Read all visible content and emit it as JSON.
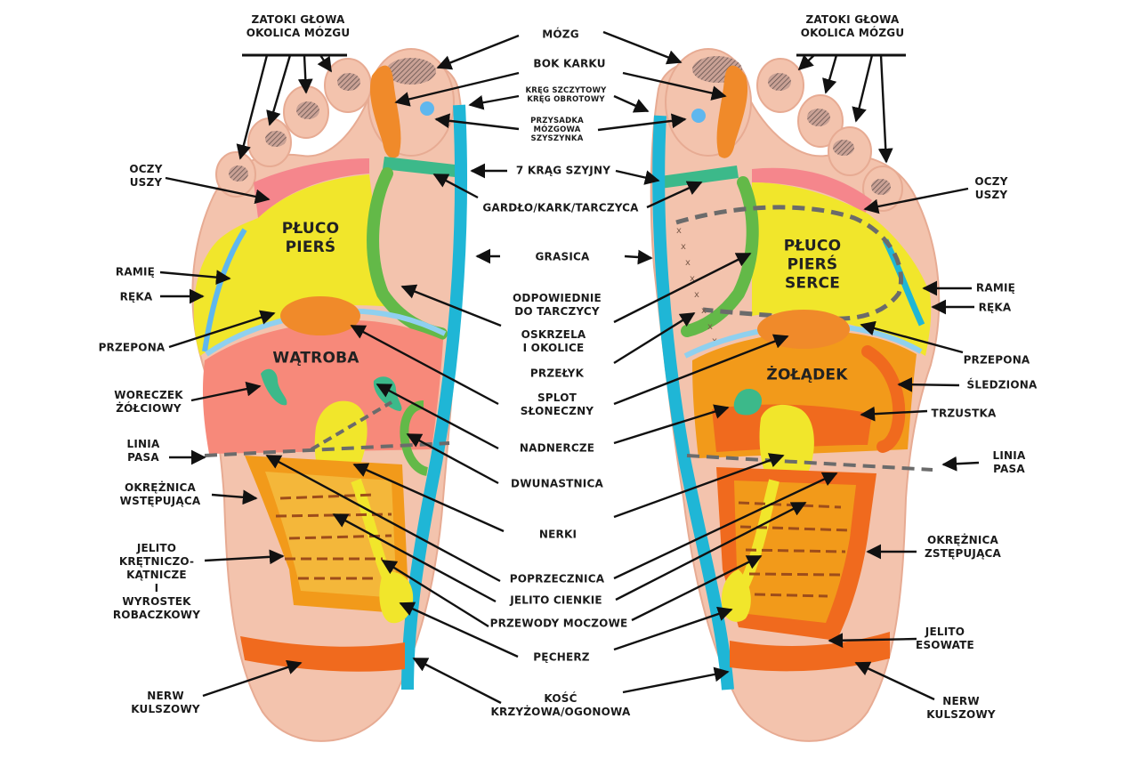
{
  "labels": {
    "zatoki_left": "ZATOKI GŁOWA\nOKOLICA MÓZGU",
    "zatoki_right": "ZATOKI GŁOWA\nOKOLICA MÓZGU",
    "mozg": "MÓZG",
    "bok_karku": "BOK KARKU",
    "kreg": "KRĘG SZCZYTOWY\nKRĘG OBROTOWY",
    "przysadka": "PRZYSADKA\nMÓZGOWA\nSZYSZYNKA",
    "krag7": "7 KRĄG SZYJNY",
    "gardlo": "GARDŁO/KARK/TARCZYCA",
    "grasica": "GRASICA",
    "odpowiednie": "ODPOWIEDNIE\nDO TARCZYCY",
    "oskrzela": "OSKRZELA\nI OKOLICE",
    "przelyk": "PRZEŁYK",
    "splot": "SPLOT\nSŁONECZNY",
    "nadnercze": "NADNERCZE",
    "dwunastnica": "DWUNASTNICA",
    "nerki": "NERKI",
    "poprzecznica": "POPRZECZNICA",
    "jelito_cienkie": "JELITO CIENKIE",
    "przewody": "PRZEWODY MOCZOWE",
    "pecherz": "PĘCHERZ",
    "kosc": "KOŚĆ\nKRZYŻOWA/OGONOWA",
    "oczy_left": "OCZY\nUSZY",
    "ramie_left": "RAMIĘ",
    "reka_left": "RĘKA",
    "przepona_left": "PRZEPONA",
    "woreczek": "WORECZEK\nŻÓŁCIOWY",
    "linia_left": "LINIA\nPASA",
    "okreznica_wst": "OKRĘŻNICA\nWSTĘPUJĄCA",
    "jelito_kretnicze": "JELITO\nKRĘTNICZO-\nKĄTNICZE\nI\nWYROSTEK\nROBACZKOWY",
    "nerw_left": "NERW\nKULSZOWY",
    "oczy_right": "OCZY\nUSZY",
    "ramie_right": "RAMIĘ",
    "reka_right": "RĘKA",
    "przepona_right": "PRZEPONA",
    "sledziona": "ŚLEDZIONA",
    "trzustka": "TRZUSTKA",
    "linia_right": "LINIA\nPASA",
    "okreznica_zst": "OKRĘŻNICA\nZSTĘPUJĄCA",
    "jelito_esowate": "JELITO\nESOWATE",
    "nerw_right": "NERW\nKULSZOWY",
    "pluco_left": "PŁUCO\nPIERŚ",
    "watroba": "WĄTROBA",
    "pluco_right": "PŁUCO\nPIERŚ\nSERCE",
    "zoladek": "ŻOŁĄDEK"
  },
  "colors": {
    "skin": "#f3c3ad",
    "skin_shadow": "#e4a58c",
    "yellow": "#f1e62b",
    "orange": "#f29a1a",
    "deep_orange": "#f06a1e",
    "salmon": "#f7897a",
    "pink": "#f5868c",
    "cyan": "#1fb6d6",
    "green": "#7ec843",
    "teal": "#3cb98a",
    "arrow": "#111111"
  }
}
